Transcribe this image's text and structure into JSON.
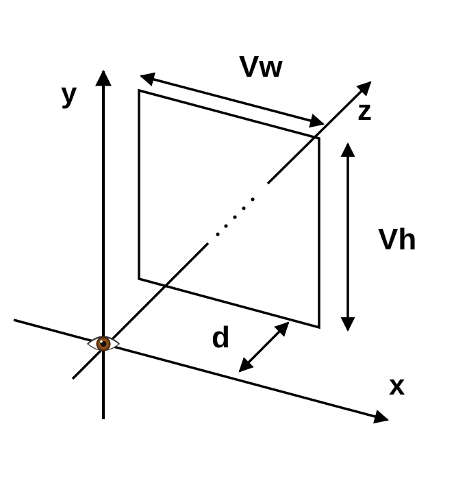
{
  "labels": {
    "y_axis": "y",
    "z_axis": "z",
    "x_axis": "x",
    "viewport_width": "Vw",
    "viewport_height": "Vh",
    "distance": "d"
  },
  "icons": {
    "camera": "eye-icon"
  },
  "colors": {
    "line": "#000000",
    "background": "#ffffff",
    "iris": "#8b4a14"
  }
}
